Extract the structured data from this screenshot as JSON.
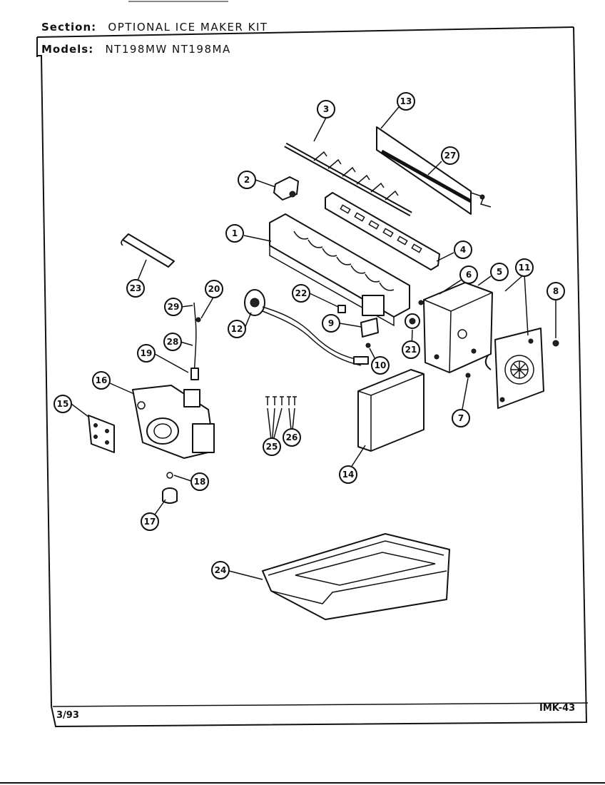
{
  "header": {
    "section_label": "Section:",
    "section_value": "OPTIONAL ICE MAKER KIT",
    "models_label": "Models:",
    "models_value": "NT198MW NT198MA"
  },
  "footer": {
    "date_code": "3/93",
    "page_code": "IMK-43"
  },
  "callouts": [
    "1",
    "2",
    "3",
    "4",
    "5",
    "6",
    "7",
    "8",
    "9",
    "10",
    "11",
    "12",
    "13",
    "14",
    "15",
    "16",
    "17",
    "18",
    "19",
    "20",
    "21",
    "22",
    "23",
    "24",
    "25",
    "26",
    "27",
    "28",
    "29"
  ]
}
